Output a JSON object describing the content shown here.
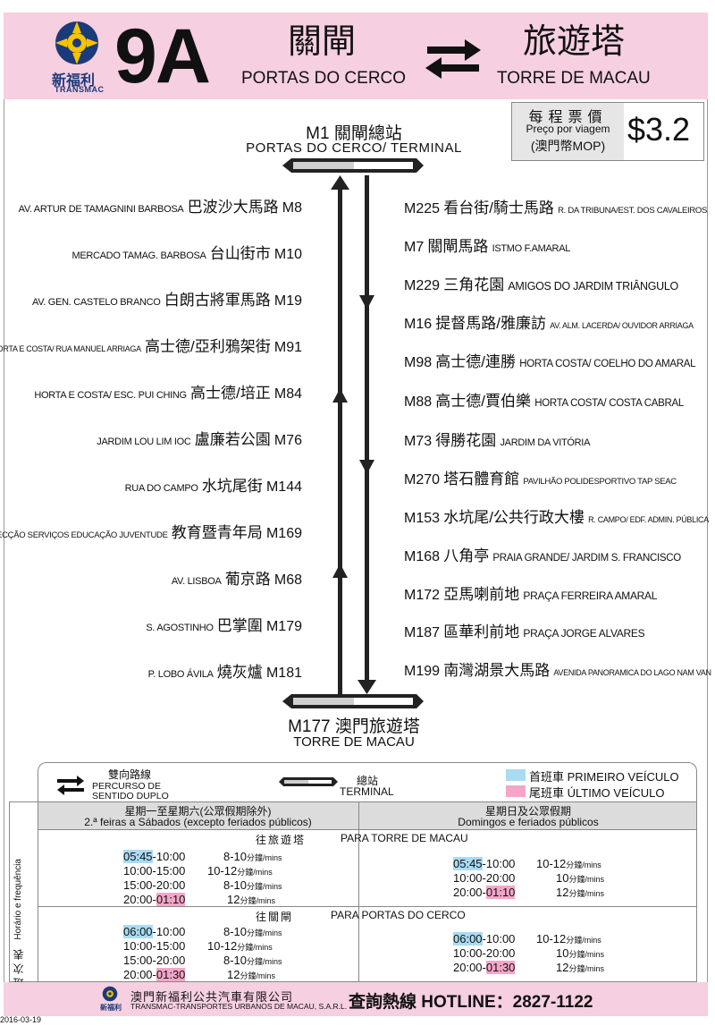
{
  "header": {
    "company_zh": "新福利",
    "company_en": "TRANSMAC",
    "route": "9A",
    "from_zh": "關閘",
    "from_pt": "PORTAS DO CERCO",
    "to_zh": "旅遊塔",
    "to_pt": "TORRE DE MACAU"
  },
  "fare": {
    "label_zh": "每程票價",
    "label_pt": "Preço por viagem",
    "currency": "(澳門幣MOP)",
    "amount": "$3.2"
  },
  "terminal_top": {
    "code_zh": "M1 關閘總站",
    "pt": "PORTAS DO CERCO/ TERMINAL"
  },
  "terminal_bottom": {
    "code_zh": "M177 澳門旅遊塔",
    "pt": "TORRE DE MACAU"
  },
  "stops_left": [
    {
      "pt": "AV. ARTUR DE TAMAGNINI BARBOSA",
      "zh": "巴波沙大馬路",
      "code": "M8"
    },
    {
      "pt": "MERCADO TAMAG. BARBOSA",
      "zh": "台山街市",
      "code": "M10"
    },
    {
      "pt": "AV. GEN. CASTELO BRANCO",
      "zh": "白朗古將軍馬路",
      "code": "M19"
    },
    {
      "pt": "HORTA E COSTA/ RUA MANUEL ARRIAGA",
      "zh": "高士德/亞利鴉架街",
      "code": "M91"
    },
    {
      "pt": "HORTA E COSTA/ ESC. PUI CHING",
      "zh": "高士德/培正",
      "code": "M84"
    },
    {
      "pt": "JARDIM LOU LIM IOC",
      "zh": "盧廉若公園",
      "code": "M76"
    },
    {
      "pt": "RUA DO CAMPO",
      "zh": "水坑尾街",
      "code": "M144"
    },
    {
      "pt": "DIRECÇÃO SERVIÇOS EDUCAÇÃO JUVENTUDE",
      "zh": "教育暨青年局",
      "code": "M169"
    },
    {
      "pt": "AV. LISBOA",
      "zh": "葡京路",
      "code": "M68"
    },
    {
      "pt": "S. AGOSTINHO",
      "zh": "巴掌圍",
      "code": "M179"
    },
    {
      "pt": "P. LOBO ÁVILA",
      "zh": "燒灰爐",
      "code": "M181"
    }
  ],
  "stops_right": [
    {
      "code": "M225",
      "zh": "看台街/騎士馬路",
      "pt": "R. DA TRIBUNA/EST. DOS CAVALEIROS"
    },
    {
      "code": "M7",
      "zh": "關閘馬路",
      "pt": "ISTMO F.AMARAL"
    },
    {
      "code": "M229",
      "zh": "三角花園",
      "pt": "AMIGOS DO JARDIM TRIÂNGULO"
    },
    {
      "code": "M16",
      "zh": "提督馬路/雅廉訪",
      "pt": "AV. ALM. LACERDA/ OUVIDOR ARRIAGA"
    },
    {
      "code": "M98",
      "zh": "高士德/連勝",
      "pt": "HORTA COSTA/ COELHO DO AMARAL"
    },
    {
      "code": "M88",
      "zh": "高士德/賈伯樂",
      "pt": "HORTA COSTA/ COSTA CABRAL"
    },
    {
      "code": "M73",
      "zh": "得勝花園",
      "pt": "JARDIM DA VITÓRIA"
    },
    {
      "code": "M270",
      "zh": "塔石體育館",
      "pt": "PAVILHÃO POLIDESPORTIVO TAP SEAC"
    },
    {
      "code": "M153",
      "zh": "水坑尾/公共行政大樓",
      "pt": "R. CAMPO/ EDF. ADMIN. PÚBLICA"
    },
    {
      "code": "M168",
      "zh": "八角亭",
      "pt": "PRAIA GRANDE/ JARDIM S. FRANCISCO"
    },
    {
      "code": "M172",
      "zh": "亞馬喇前地",
      "pt": "PRAÇA FERREIRA AMARAL"
    },
    {
      "code": "M187",
      "zh": "區華利前地",
      "pt": "PRAÇA JORGE ALVARES"
    },
    {
      "code": "M199",
      "zh": "南灣湖景大馬路",
      "pt": "AVENIDA PANORAMICA DO LAGO NAM VAN"
    }
  ],
  "legend": {
    "dual_zh": "雙向路線",
    "dual_pt1": "PERCURSO DE",
    "dual_pt2": "SENTIDO DUPLO",
    "terminal_zh": "總站",
    "terminal_pt": "TERMINAL",
    "first_zh": "首班車",
    "first_pt": "PRIMEIRO VEÍCULO",
    "last_zh": "尾班車",
    "last_pt": "ÚLTIMO VEÍCULO",
    "first_color": "#a9dbf3",
    "last_color": "#f4a6c8"
  },
  "timetable": {
    "side_zh": "班次表",
    "side_pt": "Horário e frequência",
    "weekday_zh": "星期一至星期六(公眾假期除外)",
    "weekday_pt": "2.ª feiras a Sábados (excepto feriados públicos)",
    "weekend_zh": "星期日及公眾假期",
    "weekend_pt": "Domingos e feriados públicos",
    "dir1_zh": "往旅遊塔",
    "dir1_pt": "PARA TORRE DE MACAU",
    "dir2_zh": "往關閘",
    "dir2_pt": "PARA PORTAS DO CERCO",
    "mins_unit": "分鐘/mins",
    "weekday_dir1": [
      {
        "first": "05:45",
        "rest": "-10:00",
        "freq": "8-10"
      },
      {
        "first": "",
        "rest": "10:00-15:00",
        "freq": "10-12"
      },
      {
        "first": "",
        "rest": "15:00-20:00",
        "freq": "8-10"
      },
      {
        "lead": "20:00-",
        "last": "01:10",
        "freq": "12"
      }
    ],
    "weekend_dir1": [
      {
        "first": "05:45",
        "rest": "-10:00",
        "freq": "10-12"
      },
      {
        "first": "",
        "rest": "10:00-20:00",
        "freq": "10"
      },
      {
        "lead": "20:00-",
        "last": "01:10",
        "freq": "12"
      }
    ],
    "weekday_dir2": [
      {
        "first": "06:00",
        "rest": "-10:00",
        "freq": "8-10"
      },
      {
        "first": "",
        "rest": "10:00-15:00",
        "freq": "10-12"
      },
      {
        "first": "",
        "rest": "15:00-20:00",
        "freq": "8-10"
      },
      {
        "lead": "20:00-",
        "last": "01:30",
        "freq": "12"
      }
    ],
    "weekend_dir2": [
      {
        "first": "06:00",
        "rest": "-10:00",
        "freq": "10-12"
      },
      {
        "first": "",
        "rest": "10:00-20:00",
        "freq": "10"
      },
      {
        "lead": "20:00-",
        "last": "01:30",
        "freq": "12"
      }
    ]
  },
  "footer": {
    "company_zh": "澳門新福利公共汽車有限公司",
    "company_pt": "TRANSMAC-TRANSPORTES URBANOS DE MACAU, S.A.R.L.",
    "hotline_label": "查詢熱線 HOTLINE：",
    "hotline": "2827-1122"
  },
  "date": "2016-03-19"
}
